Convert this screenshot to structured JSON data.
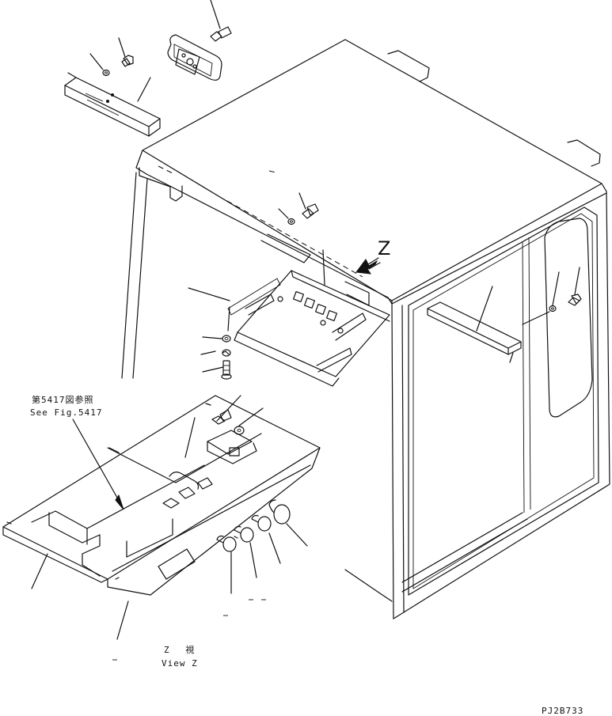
{
  "labels": {
    "view_marker": "Z",
    "reference_jp": "第5417図参照",
    "reference_en": "See Fig.5417",
    "view_caption_jp": "Z　 視",
    "view_caption_en": "View Z",
    "drawing_code": "PJ2B733"
  }
}
